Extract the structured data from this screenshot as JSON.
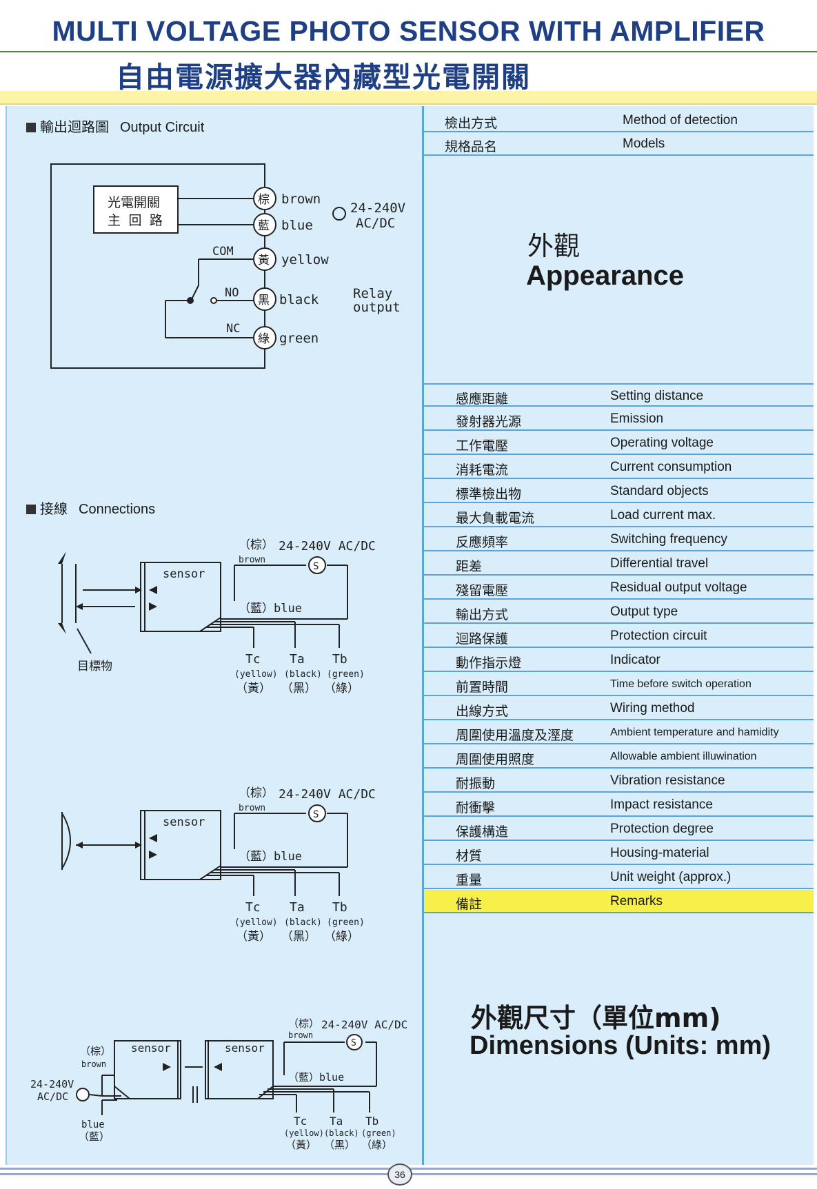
{
  "header": {
    "title_en": "MULTI VOLTAGE PHOTO SENSOR WITH AMPLIFIER",
    "title_zh": "自由電源擴大器內藏型光電開關"
  },
  "output_circuit": {
    "heading_zh": "輸出迴路圖",
    "heading_en": "Output Circuit",
    "box_line1": "光電開關",
    "box_line2": "主 回 路",
    "wires": [
      {
        "zh": "棕",
        "en": "brown"
      },
      {
        "zh": "藍",
        "en": "blue"
      },
      {
        "zh": "黃",
        "en": "yellow"
      },
      {
        "zh": "黑",
        "en": "black"
      },
      {
        "zh": "綠",
        "en": "green"
      }
    ],
    "com": "COM",
    "no": "NO",
    "nc": "NC",
    "supply_line1": "24-240V",
    "supply_line2": "AC/DC",
    "relay_line1": "Relay",
    "relay_line2": "output"
  },
  "connections": {
    "heading_zh": "接線",
    "heading_en": "Connections",
    "sensor": "sensor",
    "brown_zh": "（棕）",
    "brown_en": "brown",
    "supply": "24-240V AC/DC",
    "blue_label": "（藍）blue",
    "target": "目標物",
    "tc": "Tc",
    "ta": "Ta",
    "tb": "Tb",
    "tc_en": "(yellow)",
    "ta_en": "(black)",
    "tb_en": "(green)",
    "tc_zh": "（黃）",
    "ta_zh": "（黑）",
    "tb_zh": "（綠）",
    "supply_line1": "24-240V",
    "supply_line2": "AC/DC",
    "brown_paren": "（棕）",
    "blue_en": "blue",
    "blue_paren": "（藍）",
    "s_symbol": "S"
  },
  "spec_top": [
    {
      "zh": "檢出方式",
      "en": "Method of detection"
    },
    {
      "zh": "規格品名",
      "en": "Models"
    }
  ],
  "appearance": {
    "zh": "外觀",
    "en": "Appearance"
  },
  "spec_rows": [
    {
      "zh": "感應距離",
      "en": "Setting distance"
    },
    {
      "zh": "發射器光源",
      "en": "Emission"
    },
    {
      "zh": "工作電壓",
      "en": "Operating voltage"
    },
    {
      "zh": "消耗電流",
      "en": "Current consumption"
    },
    {
      "zh": "標準檢出物",
      "en": "Standard objects"
    },
    {
      "zh": "最大負載電流",
      "en": "Load current max."
    },
    {
      "zh": "反應頻率",
      "en": "Switching frequency"
    },
    {
      "zh": "距差",
      "en": "Differential travel"
    },
    {
      "zh": "殘留電壓",
      "en": "Residual output voltage"
    },
    {
      "zh": "輸出方式",
      "en": "Output type"
    },
    {
      "zh": "迴路保護",
      "en": "Protection circuit"
    },
    {
      "zh": "動作指示燈",
      "en": "Indicator"
    },
    {
      "zh": "前置時間",
      "en": "Time before switch operation"
    },
    {
      "zh": "出線方式",
      "en": "Wiring method"
    },
    {
      "zh": "周圍使用溫度及溼度",
      "en": "Ambient temperature and hamidity"
    },
    {
      "zh": "周圍使用照度",
      "en": "Allowable ambient illuwination"
    },
    {
      "zh": "耐振動",
      "en": "Vibration resistance"
    },
    {
      "zh": "耐衝擊",
      "en": "Impact resistance"
    },
    {
      "zh": "保護構造",
      "en": "Protection degree"
    },
    {
      "zh": "材質",
      "en": "Housing-material"
    },
    {
      "zh": "重量",
      "en": "Unit weight (approx.)"
    },
    {
      "zh": "備註",
      "en": "Remarks"
    }
  ],
  "dimensions": {
    "zh": "外觀尺寸（單位mm)",
    "en": "Dimensions (Units: mm)"
  },
  "page_number": "36"
}
